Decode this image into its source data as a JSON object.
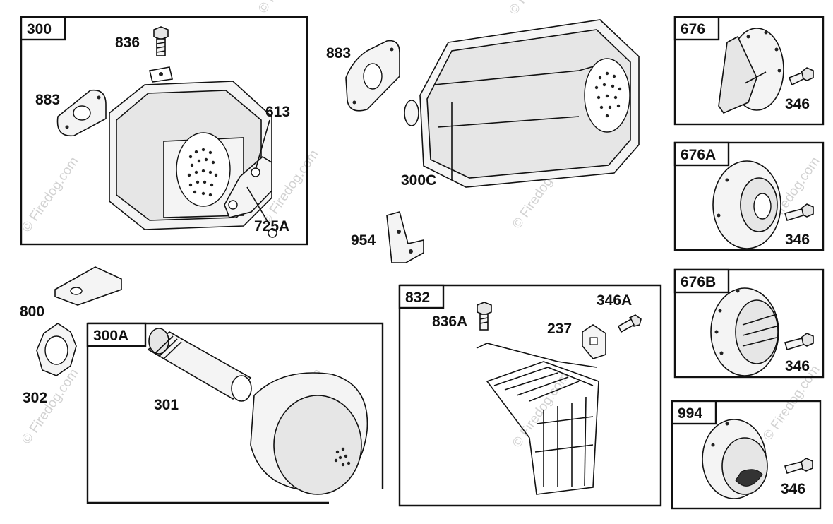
{
  "boxes": {
    "b300": "300",
    "b300A": "300A",
    "b832": "832",
    "b676": "676",
    "b676A": "676A",
    "b676B": "676B",
    "b994": "994"
  },
  "labels": {
    "l836": "836",
    "l883a": "883",
    "l613": "613",
    "l725A": "725A",
    "l883b": "883",
    "l300C": "300C",
    "l954": "954",
    "l800": "800",
    "l302": "302",
    "l301": "301",
    "l836A": "836A",
    "l346A": "346A",
    "l237": "237",
    "l346_1": "346",
    "l346_2": "346",
    "l346_3": "346",
    "l346_4": "346"
  },
  "watermark": "© Firedog.com"
}
